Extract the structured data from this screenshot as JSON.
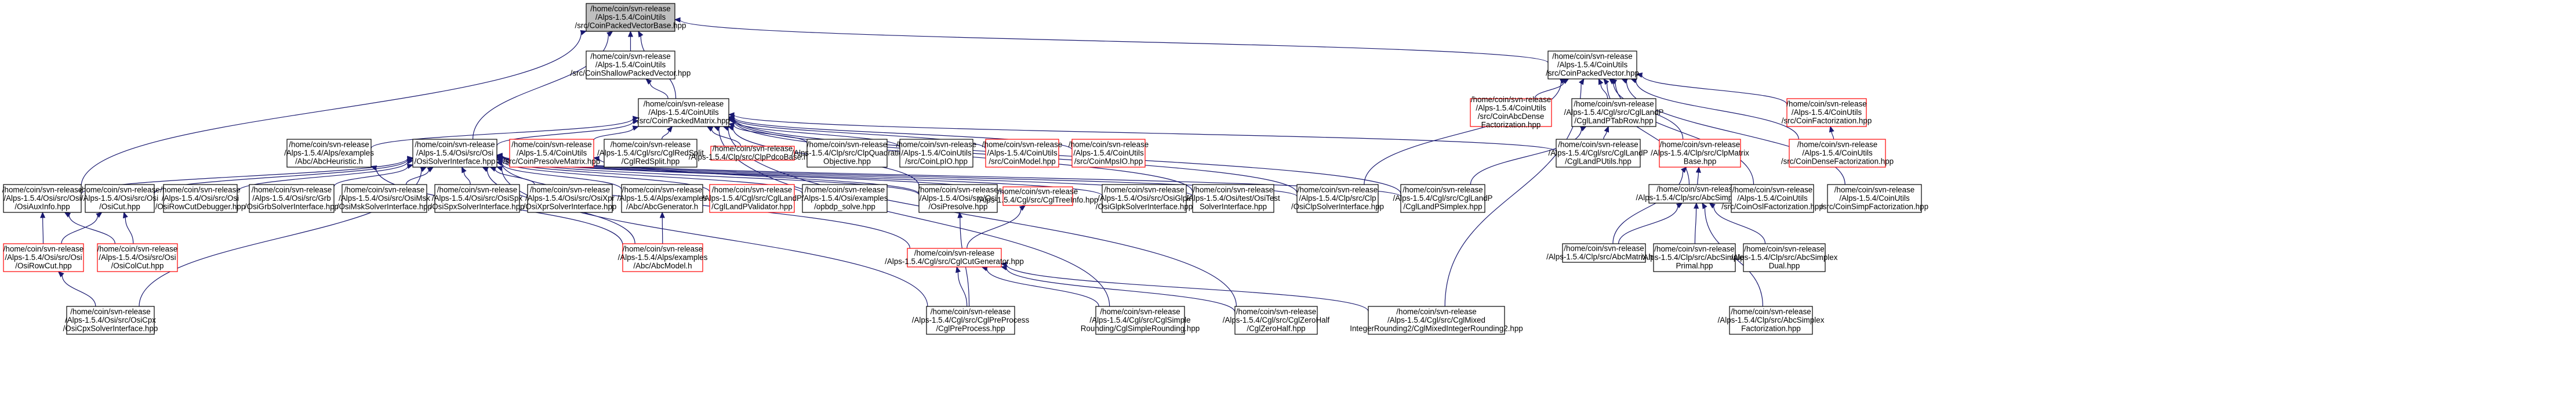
{
  "graph": {
    "colors": {
      "edge": "#191970",
      "node_border": "#000000",
      "node_border_incomplete": "#ff0000",
      "root_fill": "#bfbfbf",
      "node_fill": "#ffffff"
    },
    "nodes": [
      {
        "id": "n1",
        "lines": [
          "/home/coin/svn-release",
          "/Alps-1.5.4/CoinUtils",
          "/src/CoinPackedVectorBase.hpp"
        ],
        "style": "root"
      },
      {
        "id": "n2",
        "lines": [
          "/home/coin/svn-release",
          "/Alps-1.5.4/CoinUtils",
          "/src/CoinShallowPackedVector.hpp"
        ],
        "style": "normal"
      },
      {
        "id": "n3",
        "lines": [
          "/home/coin/svn-release",
          "/Alps-1.5.4/CoinUtils",
          "/src/CoinPackedMatrix.hpp"
        ],
        "style": "normal"
      },
      {
        "id": "n4",
        "lines": [
          "/home/coin/svn-release",
          "/Alps-1.5.4/CoinUtils",
          "/src/CoinPackedVector.hpp"
        ],
        "style": "normal"
      },
      {
        "id": "n5",
        "lines": [
          "/home/coin/svn-release",
          "/Alps-1.5.4/Alps/examples",
          "/Abc/AbcHeuristic.h"
        ],
        "style": "normal"
      },
      {
        "id": "n6",
        "lines": [
          "/home/coin/svn-release",
          "/Alps-1.5.4/Osi/src/Osi",
          "/OsiSolverInterface.hpp"
        ],
        "style": "normal"
      },
      {
        "id": "n7",
        "lines": [
          "/home/coin/svn-release",
          "/Alps-1.5.4/CoinUtils",
          "/src/CoinPresolveMatrix.hpp"
        ],
        "style": "red"
      },
      {
        "id": "n8",
        "lines": [
          "/home/coin/svn-release",
          "/Alps-1.5.4/Cgl/src/CglRedSplit",
          "/CglRedSplit.hpp"
        ],
        "style": "normal"
      },
      {
        "id": "n9",
        "lines": [
          "/home/coin/svn-release",
          "/Alps-1.5.4/Clp/src/ClpPdcoBase.hpp"
        ],
        "style": "red"
      },
      {
        "id": "n10",
        "lines": [
          "/home/coin/svn-release",
          "/Alps-1.5.4/Clp/src/ClpQuadratic",
          "Objective.hpp"
        ],
        "style": "normal"
      },
      {
        "id": "n11",
        "lines": [
          "/home/coin/svn-release",
          "/Alps-1.5.4/CoinUtils",
          "/src/CoinLpIO.hpp"
        ],
        "style": "normal"
      },
      {
        "id": "n12",
        "lines": [
          "/home/coin/svn-release",
          "/Alps-1.5.4/CoinUtils",
          "/src/CoinModel.hpp"
        ],
        "style": "red"
      },
      {
        "id": "n13",
        "lines": [
          "/home/coin/svn-release",
          "/Alps-1.5.4/CoinUtils",
          "/src/CoinMpsIO.hpp"
        ],
        "style": "red"
      },
      {
        "id": "n14",
        "lines": [
          "/home/coin/svn-release",
          "/Alps-1.5.4/CoinUtils",
          "/src/CoinAbcDense",
          "Factorization.hpp"
        ],
        "style": "red"
      },
      {
        "id": "n15",
        "lines": [
          "/home/coin/svn-release",
          "/Alps-1.5.4/Cgl/src/CglLandP",
          "/CglLandPTabRow.hpp"
        ],
        "style": "normal"
      },
      {
        "id": "n16",
        "lines": [
          "/home/coin/svn-release",
          "/Alps-1.5.4/CoinUtils",
          "/src/CoinFactorization.hpp"
        ],
        "style": "red"
      },
      {
        "id": "n17",
        "lines": [
          "/home/coin/svn-release",
          "/Alps-1.5.4/Cgl/src/CglLandP",
          "/CglLandPUtils.hpp"
        ],
        "style": "normal"
      },
      {
        "id": "n18",
        "lines": [
          "/home/coin/svn-release",
          "/Alps-1.5.4/Clp/src/ClpMatrix",
          "Base.hpp"
        ],
        "style": "red"
      },
      {
        "id": "n19",
        "lines": [
          "/home/coin/svn-release",
          "/Alps-1.5.4/CoinUtils",
          "/src/CoinDenseFactorization.hpp"
        ],
        "style": "red"
      },
      {
        "id": "n20",
        "lines": [
          "/home/coin/svn-release",
          "/Alps-1.5.4/Osi/src/Osi",
          "/OsiAuxInfo.hpp"
        ],
        "style": "normal"
      },
      {
        "id": "n21",
        "lines": [
          "/home/coin/svn-release",
          "/Alps-1.5.4/Osi/src/Osi",
          "/OsiCut.hpp"
        ],
        "style": "normal"
      },
      {
        "id": "n22",
        "lines": [
          "/home/coin/svn-release",
          "/Alps-1.5.4/Osi/src/Osi",
          "/OsiRowCutDebugger.hpp"
        ],
        "style": "normal"
      },
      {
        "id": "n23",
        "lines": [
          "/home/coin/svn-release",
          "/Alps-1.5.4/Osi/src/Grb",
          "/OsiGrbSolverInterface.hpp"
        ],
        "style": "normal"
      },
      {
        "id": "n24",
        "lines": [
          "/home/coin/svn-release",
          "/Alps-1.5.4/Osi/src/OsiMsk",
          "/OsiMskSolverInterface.hpp"
        ],
        "style": "normal"
      },
      {
        "id": "n25",
        "lines": [
          "/home/coin/svn-release",
          "/Alps-1.5.4/Osi/src/OsiSpx",
          "/OsiSpxSolverInterface.hpp"
        ],
        "style": "normal"
      },
      {
        "id": "n26",
        "lines": [
          "/home/coin/svn-release",
          "/Alps-1.5.4/Osi/src/OsiXpr",
          "/OsiXprSolverInterface.hpp"
        ],
        "style": "normal"
      },
      {
        "id": "n27",
        "lines": [
          "/home/coin/svn-release",
          "/Alps-1.5.4/Alps/examples",
          "/Abc/AbcGenerator.h"
        ],
        "style": "normal"
      },
      {
        "id": "n28",
        "lines": [
          "/home/coin/svn-release",
          "/Alps-1.5.4/Cgl/src/CglLandP",
          "/CglLandPValidator.hpp"
        ],
        "style": "red"
      },
      {
        "id": "n29",
        "lines": [
          "/home/coin/svn-release",
          "/Alps-1.5.4/Osi/examples",
          "/opbdp_solve.hpp"
        ],
        "style": "normal"
      },
      {
        "id": "n30",
        "lines": [
          "/home/coin/svn-release",
          "/Alps-1.5.4/Osi/src/Osi",
          "/OsiPresolve.hpp"
        ],
        "style": "normal"
      },
      {
        "id": "n31",
        "lines": [
          "/home/coin/svn-release",
          "/Alps-1.5.4/Cgl/src/CglTreeInfo.hpp"
        ],
        "style": "red"
      },
      {
        "id": "n32",
        "lines": [
          "/home/coin/svn-release",
          "/Alps-1.5.4/Osi/src/OsiGlpk",
          "/OsiGlpkSolverInterface.hpp"
        ],
        "style": "normal"
      },
      {
        "id": "n33",
        "lines": [
          "/home/coin/svn-release",
          "/Alps-1.5.4/Osi/test/OsiTest",
          "SolverInterface.hpp"
        ],
        "style": "normal"
      },
      {
        "id": "n34",
        "lines": [
          "/home/coin/svn-release",
          "/Alps-1.5.4/Clp/src/Clp",
          "/OsiClpSolverInterface.hpp"
        ],
        "style": "normal"
      },
      {
        "id": "n35",
        "lines": [
          "/home/coin/svn-release",
          "/Alps-1.5.4/Cgl/src/CglLandP",
          "/CglLandPSimplex.hpp"
        ],
        "style": "normal"
      },
      {
        "id": "n36",
        "lines": [
          "/home/coin/svn-release",
          "/Alps-1.5.4/Clp/src/AbcSimplex.hpp"
        ],
        "style": "normal"
      },
      {
        "id": "n37",
        "lines": [
          "/home/coin/svn-release",
          "/Alps-1.5.4/CoinUtils",
          "/src/CoinOslFactorization.hpp"
        ],
        "style": "normal"
      },
      {
        "id": "n38",
        "lines": [
          "/home/coin/svn-release",
          "/Alps-1.5.4/CoinUtils",
          "/src/CoinSimpFactorization.hpp"
        ],
        "style": "normal"
      },
      {
        "id": "n39",
        "lines": [
          "/home/coin/svn-release",
          "/Alps-1.5.4/Osi/src/Osi",
          "/OsiRowCut.hpp"
        ],
        "style": "red"
      },
      {
        "id": "n40",
        "lines": [
          "/home/coin/svn-release",
          "/Alps-1.5.4/Osi/src/Osi",
          "/OsiColCut.hpp"
        ],
        "style": "red"
      },
      {
        "id": "n41",
        "lines": [
          "/home/coin/svn-release",
          "/Alps-1.5.4/Alps/examples",
          "/Abc/AbcModel.h"
        ],
        "style": "red"
      },
      {
        "id": "n42",
        "lines": [
          "/home/coin/svn-release",
          "/Alps-1.5.4/Cgl/src/CglCutGenerator.hpp"
        ],
        "style": "red"
      },
      {
        "id": "n43",
        "lines": [
          "/home/coin/svn-release",
          "/Alps-1.5.4/Clp/src/AbcMatrix.hpp"
        ],
        "style": "normal"
      },
      {
        "id": "n44",
        "lines": [
          "/home/coin/svn-release",
          "/Alps-1.5.4/Clp/src/AbcSimplex",
          "Primal.hpp"
        ],
        "style": "normal"
      },
      {
        "id": "n45",
        "lines": [
          "/home/coin/svn-release",
          "/Alps-1.5.4/Clp/src/AbcSimplex",
          "Dual.hpp"
        ],
        "style": "normal"
      },
      {
        "id": "n46",
        "lines": [
          "/home/coin/svn-release",
          "/Alps-1.5.4/Osi/src/OsiCpx",
          "/OsiCpxSolverInterface.hpp"
        ],
        "style": "normal"
      },
      {
        "id": "n47",
        "lines": [
          "/home/coin/svn-release",
          "/Alps-1.5.4/Cgl/src/CglPreProcess",
          "/CglPreProcess.hpp"
        ],
        "style": "normal"
      },
      {
        "id": "n48",
        "lines": [
          "/home/coin/svn-release",
          "/Alps-1.5.4/Cgl/src/CglSimple",
          "Rounding/CglSimpleRounding.hpp"
        ],
        "style": "normal"
      },
      {
        "id": "n49",
        "lines": [
          "/home/coin/svn-release",
          "/Alps-1.5.4/Cgl/src/CglZeroHalf",
          "/CglZeroHalf.hpp"
        ],
        "style": "normal"
      },
      {
        "id": "n50",
        "lines": [
          "/home/coin/svn-release",
          "/Alps-1.5.4/Cgl/src/CglMixed",
          "IntegerRounding2/CglMixedIntegerRounding2.hpp"
        ],
        "style": "normal"
      },
      {
        "id": "n51",
        "lines": [
          "/home/coin/svn-release",
          "/Alps-1.5.4/Clp/src/AbcSimplex",
          "Factorization.hpp"
        ],
        "style": "normal"
      }
    ]
  }
}
